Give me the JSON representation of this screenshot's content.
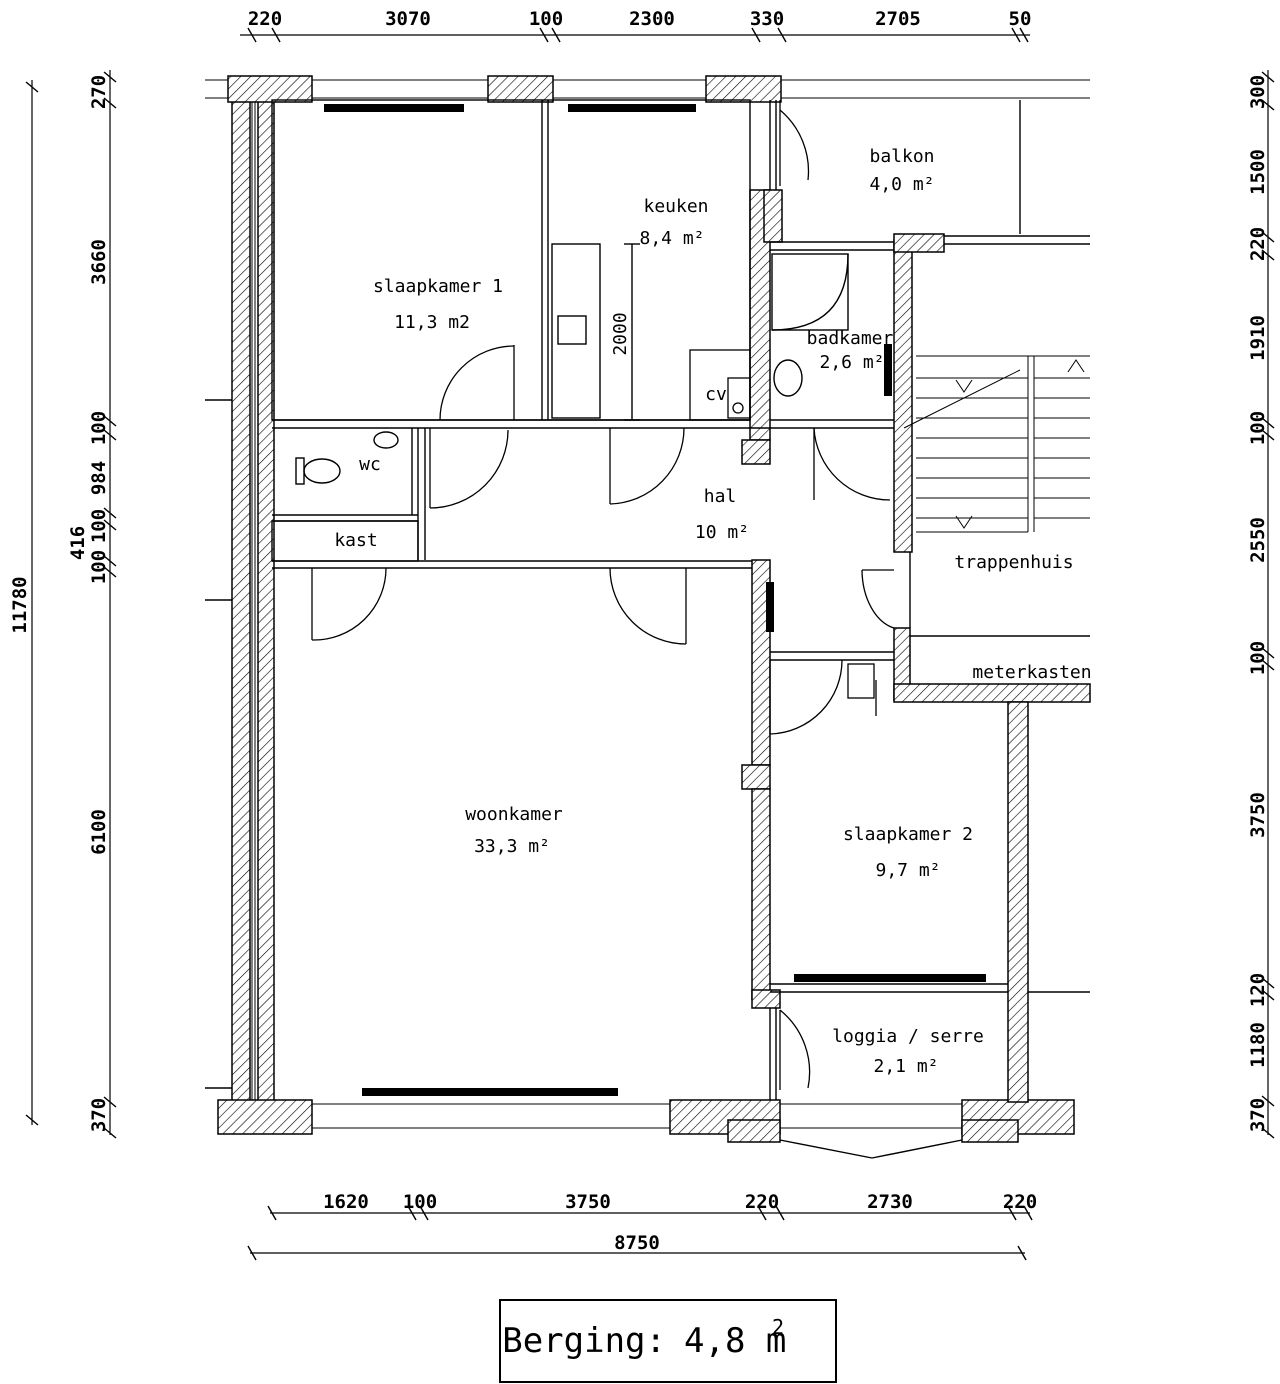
{
  "plan": {
    "rooms": {
      "slaapkamer1": {
        "name": "slaapkamer 1",
        "area": "11,3 m2"
      },
      "keuken": {
        "name": "keuken",
        "area": "8,4 m²"
      },
      "balkon": {
        "name": "balkon",
        "area": "4,0 m²"
      },
      "badkamer": {
        "name": "badkamer",
        "area": "2,6 m²"
      },
      "wc": {
        "name": "wc"
      },
      "kast": {
        "name": "kast"
      },
      "cv": {
        "name": "cv"
      },
      "hal": {
        "name": "hal",
        "area": "10 m²"
      },
      "trappenhuis": {
        "name": "trappenhuis"
      },
      "meterkasten": {
        "name": "meterkasten"
      },
      "woonkamer": {
        "name": "woonkamer",
        "area": "33,3 m²"
      },
      "slaapkamer2": {
        "name": "slaapkamer 2",
        "area": "9,7 m²"
      },
      "loggia": {
        "name": "loggia / serre",
        "area": "2,1 m²"
      }
    },
    "kitchen_dim": "2000",
    "berging": {
      "label": "Berging:",
      "value": "4,8 m",
      "sup": "2"
    }
  },
  "dimensions": {
    "top": [
      "220",
      "3070",
      "100",
      "2300",
      "330",
      "2705",
      "50"
    ],
    "bottom": [
      "1620",
      "100",
      "3750",
      "220",
      "2730",
      "220"
    ],
    "total_width": "8750",
    "left": [
      "270",
      "3660",
      "100",
      "984",
      "100",
      "100",
      "6100",
      "370"
    ],
    "left_small": "416",
    "left_total": "11780",
    "right": [
      "300",
      "1500",
      "220",
      "1910",
      "100",
      "2550",
      "100",
      "3750",
      "120",
      "1180",
      "370"
    ]
  }
}
